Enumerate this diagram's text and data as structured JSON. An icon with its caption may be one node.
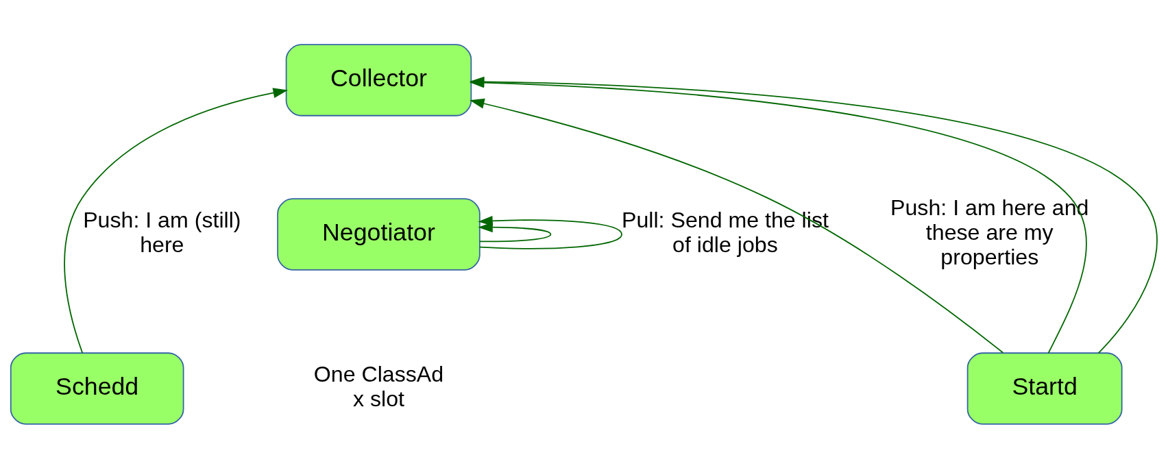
{
  "diagram": {
    "nodes": [
      {
        "text": [
          "Collector"
        ]
      },
      {
        "text": [
          "Negotiator"
        ]
      },
      {
        "text": [
          "Schedd"
        ]
      },
      {
        "text": [
          "Startd"
        ]
      }
    ],
    "edges": [
      {
        "from": 2,
        "to": 0,
        "arrow": "to",
        "label": "Push: I am (still) here"
      },
      {
        "from": 1,
        "to": 1,
        "arrow": "to"
      },
      {
        "from": 1,
        "to": 1,
        "arrow": "to",
        "label": "Pull: Send me the list of idle jobs"
      },
      {
        "from": 3,
        "to": 0,
        "arrow": "to",
        "label": "Push: I am here and these are my properties"
      },
      {
        "from": 3,
        "to": 0,
        "arrow": "to"
      },
      {
        "from": 3,
        "to": 0,
        "arrow": "to"
      }
    ],
    "labels": [
      "One ClassAd x slot"
    ]
  }
}
